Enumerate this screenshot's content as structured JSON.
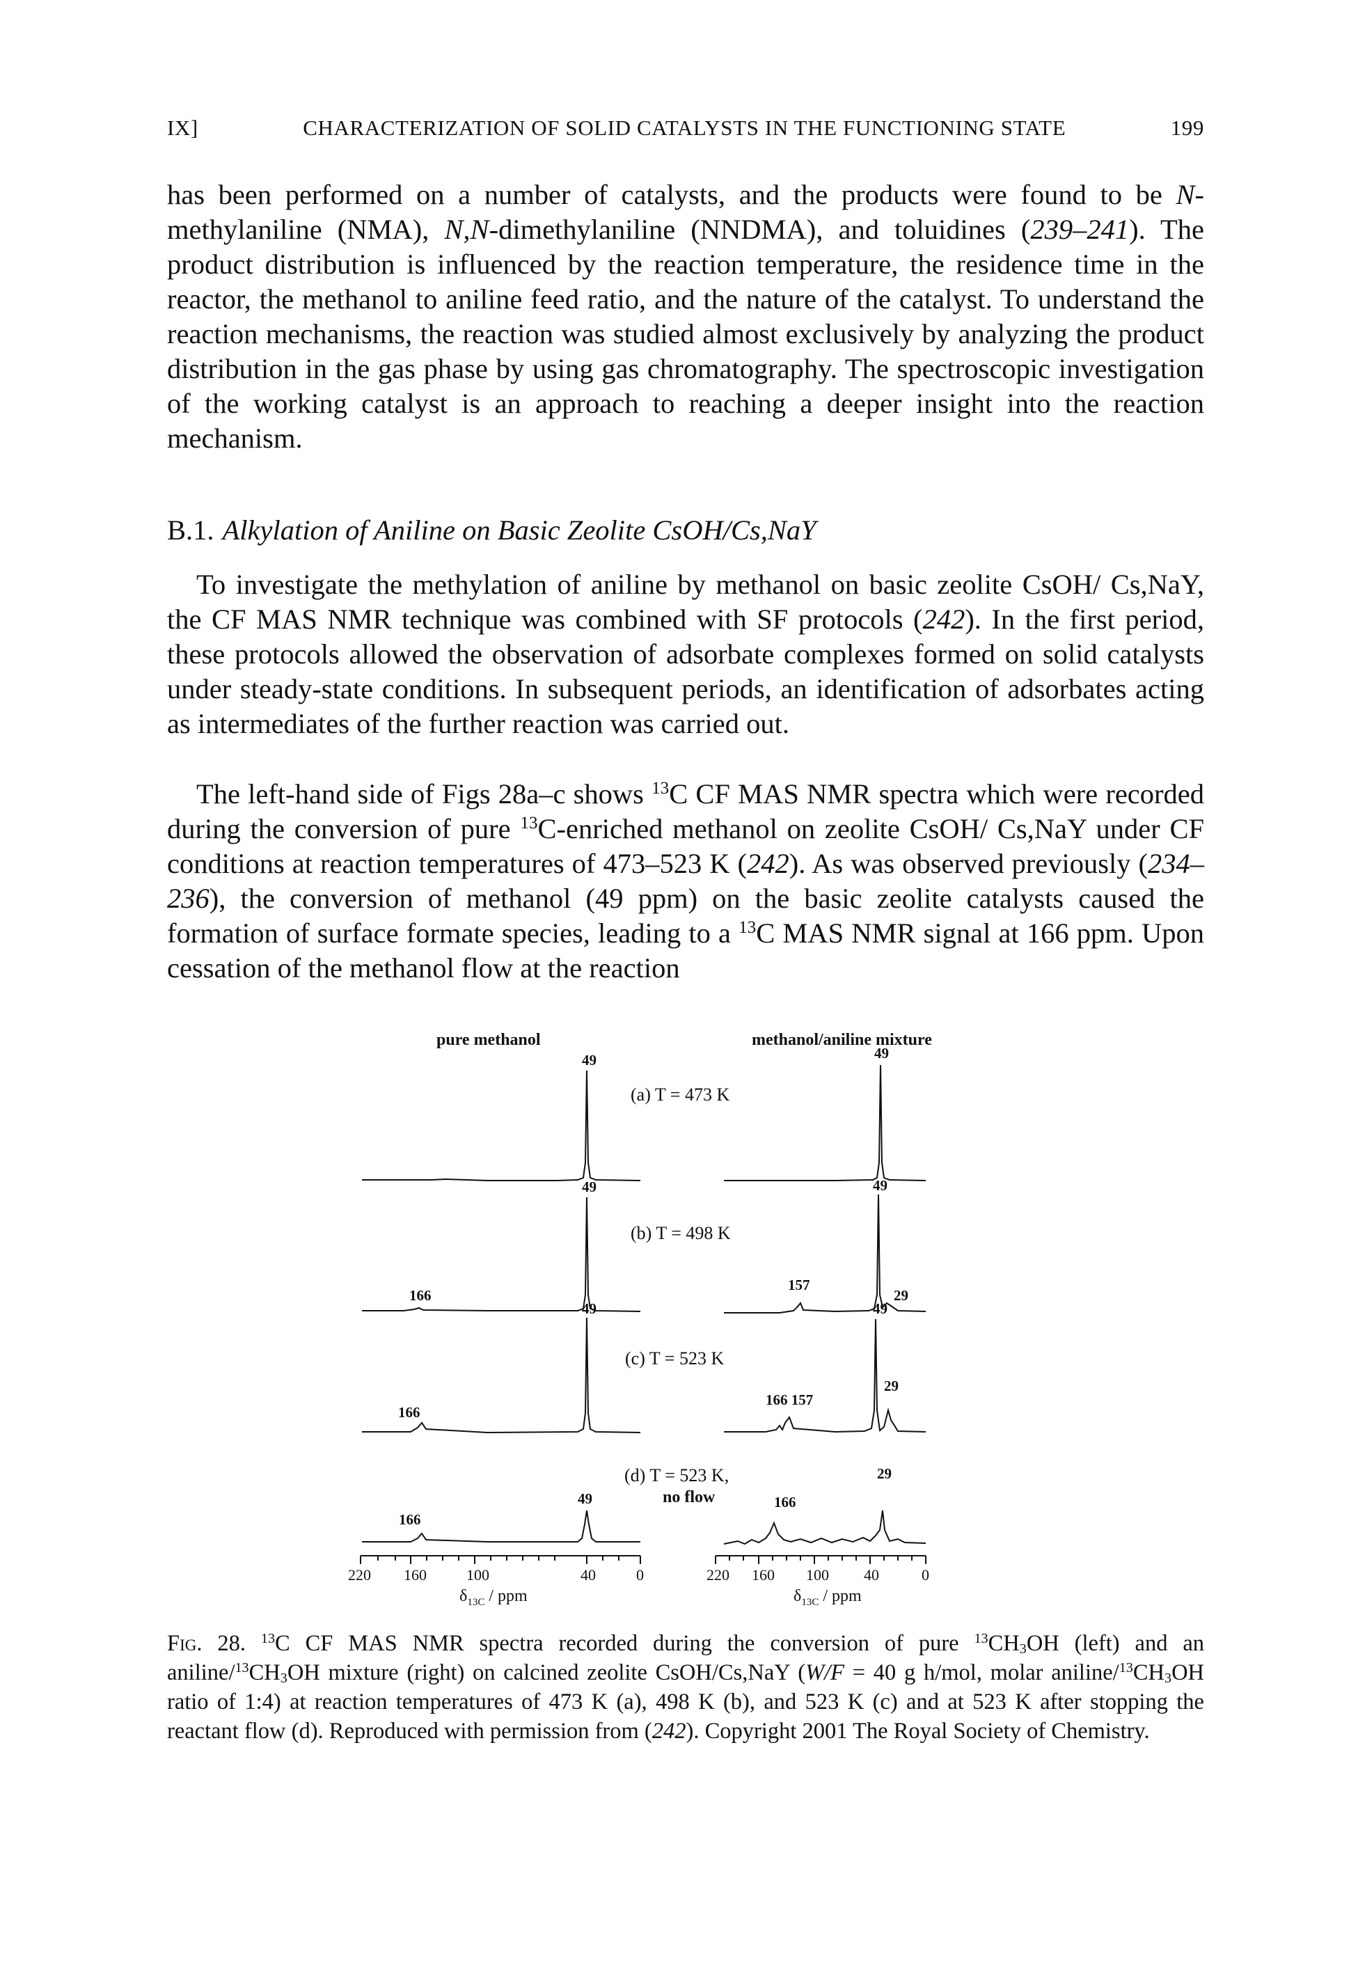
{
  "header": {
    "section": "IX]",
    "title": "CHARACTERIZATION OF SOLID CATALYSTS IN THE FUNCTIONING STATE",
    "page_number": "199"
  },
  "para1": {
    "t1": "has been performed on a number of catalysts, and the products were found to be ",
    "t1_em": "N",
    "t2": "-methylaniline (NMA), ",
    "t2_em": "N,N",
    "t3": "-dimethylaniline (NNDMA), and toluidines (",
    "t3_em": "239–241",
    "t4": "). The product distribution is influenced by the reaction temperature, the residence time in the reactor, the methanol to aniline feed ratio, and the nature of the catalyst. To understand the reaction mechanisms, the reaction was studied almost exclusively by analyzing the product distribution in the gas phase by using gas chromatog­raphy. The spectroscopic investigation of the working catalyst is an approach to reaching a deeper insight into the reaction mechanism."
  },
  "section": {
    "number": "B.1.",
    "title": "Alkylation of Aniline on Basic Zeolite CsOH/Cs,NaY"
  },
  "para2": {
    "t1": "To investigate the methylation of aniline by methanol on basic zeolite CsOH/ Cs,NaY, the CF MAS NMR technique was combined with SF protocols (",
    "t1_em": "242",
    "t2": "). In the first period, these protocols allowed the observation of adsorbate complexes formed on solid catalysts under steady-state conditions. In subsequent periods, an identification of adsorbates acting as intermediates of the further reaction was carried out."
  },
  "para3": {
    "t1": "The left-hand side of Figs 28a–c shows ",
    "sup1": "13",
    "t2": "C CF MAS NMR spectra which were recorded during the conversion of pure ",
    "sup2": "13",
    "t3": "C-enriched methanol on zeolite CsOH/ Cs,NaY under CF conditions at reaction temperatures of 473–523 K (",
    "t3_em": "242",
    "t4": "). As was observed previously (",
    "t4_em": "234–236",
    "t5": "), the conversion of methanol (49 ppm) on the basic zeolite catalysts caused the formation of surface formate species, leading to a ",
    "sup3": "13",
    "t6": "C MAS NMR signal at 166 ppm. Upon cessation of the methanol flow at the reaction"
  },
  "figure": {
    "left_title": "pure methanol",
    "right_title": "methanol/aniline mixture",
    "panel_a": "(a) T = 473 K",
    "panel_b": "(b) T = 498 K",
    "panel_c": "(c) T = 523 K",
    "panel_d_line1": "(d) T = 523 K,",
    "panel_d_line2": "no flow",
    "axis_ticks": [
      "220",
      "160",
      "100",
      "40",
      "0"
    ],
    "axis_label": "δ",
    "axis_label_sub": "13C",
    "axis_label_unit": " / ppm",
    "peaks": {
      "left_a_49": "49",
      "left_b_49": "49",
      "left_b_166": "166",
      "left_c_49": "49",
      "left_c_166": "166",
      "left_d_49": "49",
      "left_d_166": "166",
      "right_a_49": "49",
      "right_b_49": "49",
      "right_b_157": "157",
      "right_b_29": "29",
      "right_c_49": "49",
      "right_c_166_157": "166 157",
      "right_c_29": "29",
      "right_d_29": "29",
      "right_d_166": "166"
    }
  },
  "caption": {
    "label": "Fig. 28.",
    "sup1": "13",
    "t1": "C CF MAS NMR spectra recorded during the conversion of pure ",
    "sup2": "13",
    "t2": "CH",
    "sub1": "3",
    "t3": "OH (left) and an aniline/",
    "sup3": "13",
    "t4": "CH",
    "sub2": "3",
    "t5": "OH mixture (right) on calcined zeolite CsOH/Cs,NaY (",
    "t5_em": "W/F",
    "t6": " = 40 g h/mol, molar ani­line/",
    "sup4": "13",
    "t7": "CH",
    "sub3": "3",
    "t8": "OH ratio of 1:4) at reaction temperatures of 473 K (a), 498 K (b), and 523 K (c) and at 523 K after stopping the reactant flow (d). Reproduced with permission from (",
    "t8_em": "242",
    "t9": "). Copyright 2001 The Royal Society of Chemistry."
  }
}
